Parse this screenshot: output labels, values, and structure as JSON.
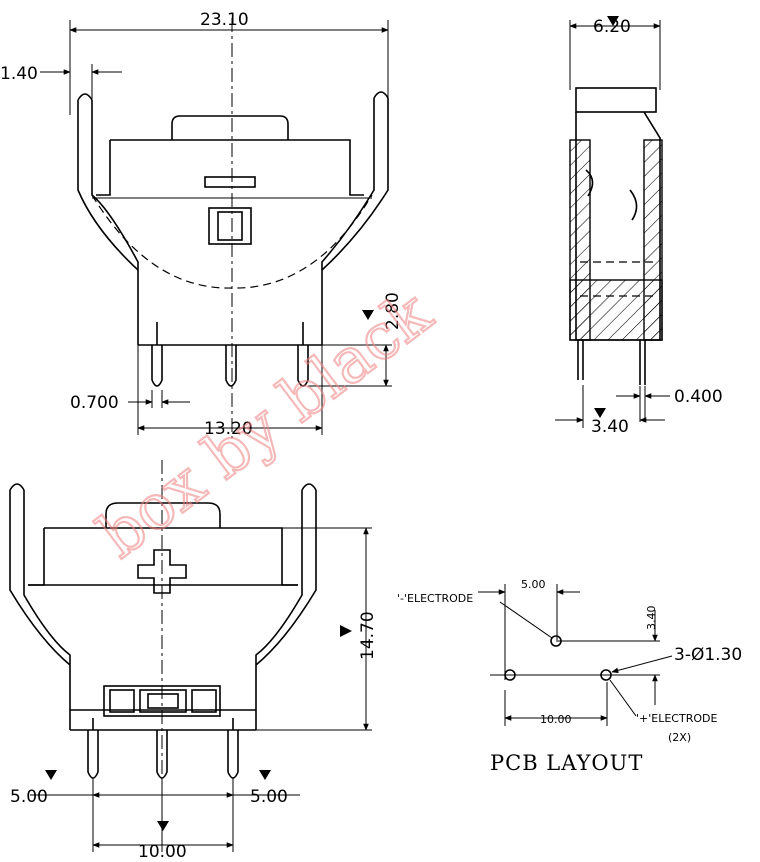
{
  "front_view": {
    "width": "23.10",
    "offset": "1.40",
    "pin_length": "2.80",
    "pin_width": "0.700",
    "pin_span": "13.20"
  },
  "side_view": {
    "depth": "6.20",
    "thickness": "0.400",
    "offset": "3.40"
  },
  "bottom_view": {
    "height": "14.70",
    "pitch_left": "5.00",
    "pitch_right": "5.00",
    "span": "10.00"
  },
  "pcb_layout": {
    "title": "PCB LAYOUT",
    "neg_label": "'-'ELECTRODE",
    "pos_label": "'+'ELECTRODE",
    "pos_count": "(2X)",
    "hole_label": "3-Ø1.30",
    "dim_x_top": "5.00",
    "dim_y": "3.40",
    "dim_x_bottom": "10.00"
  },
  "watermark": "box by black"
}
